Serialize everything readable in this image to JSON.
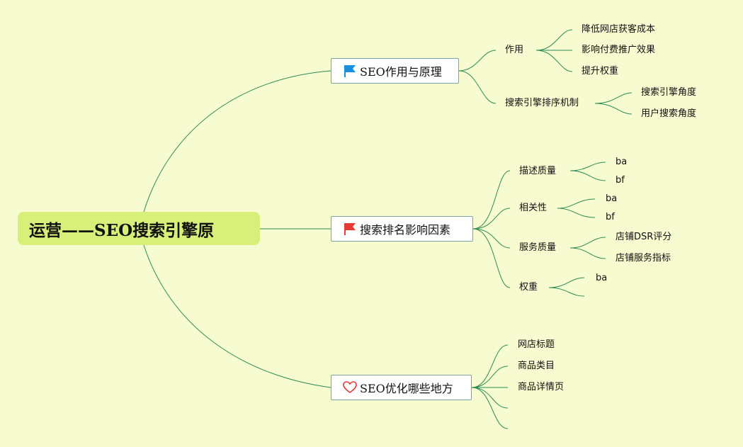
{
  "root": {
    "label": "运营——SEO搜索引擎原"
  },
  "branches": [
    {
      "label": "SEO作用与原理",
      "icon": "blue-flag-icon",
      "children": [
        {
          "label": "作用",
          "children": [
            "降低网店获客成本",
            "影响付费推广效果",
            "提升权重"
          ]
        },
        {
          "label": "搜索引擎排序机制",
          "children": [
            "搜索引擎角度",
            "用户搜索角度"
          ]
        }
      ]
    },
    {
      "label": "搜索排名影响因素",
      "icon": "red-flag-icon",
      "children": [
        {
          "label": "描述质量",
          "children": [
            "ba",
            "bf"
          ]
        },
        {
          "label": "相关性",
          "children": [
            "ba",
            "bf"
          ]
        },
        {
          "label": "服务质量",
          "children": [
            "店铺DSR评分",
            "店铺服务指标"
          ]
        },
        {
          "label": "权重",
          "children": [
            "ba",
            ""
          ]
        }
      ]
    },
    {
      "label": "SEO优化哪些地方",
      "icon": "heart-icon",
      "children": [
        {
          "label": "网店标题"
        },
        {
          "label": "商品类目"
        },
        {
          "label": "商品详情页"
        },
        {
          "label": ""
        },
        {
          "label": ""
        }
      ]
    }
  ],
  "colors": {
    "background": "#f7fbd0",
    "root_fill": "#d8ef7a",
    "connector": "#2e8b57",
    "blue_flag": "#1a8fe0",
    "red_flag": "#e53935",
    "heart": "#e53935"
  }
}
